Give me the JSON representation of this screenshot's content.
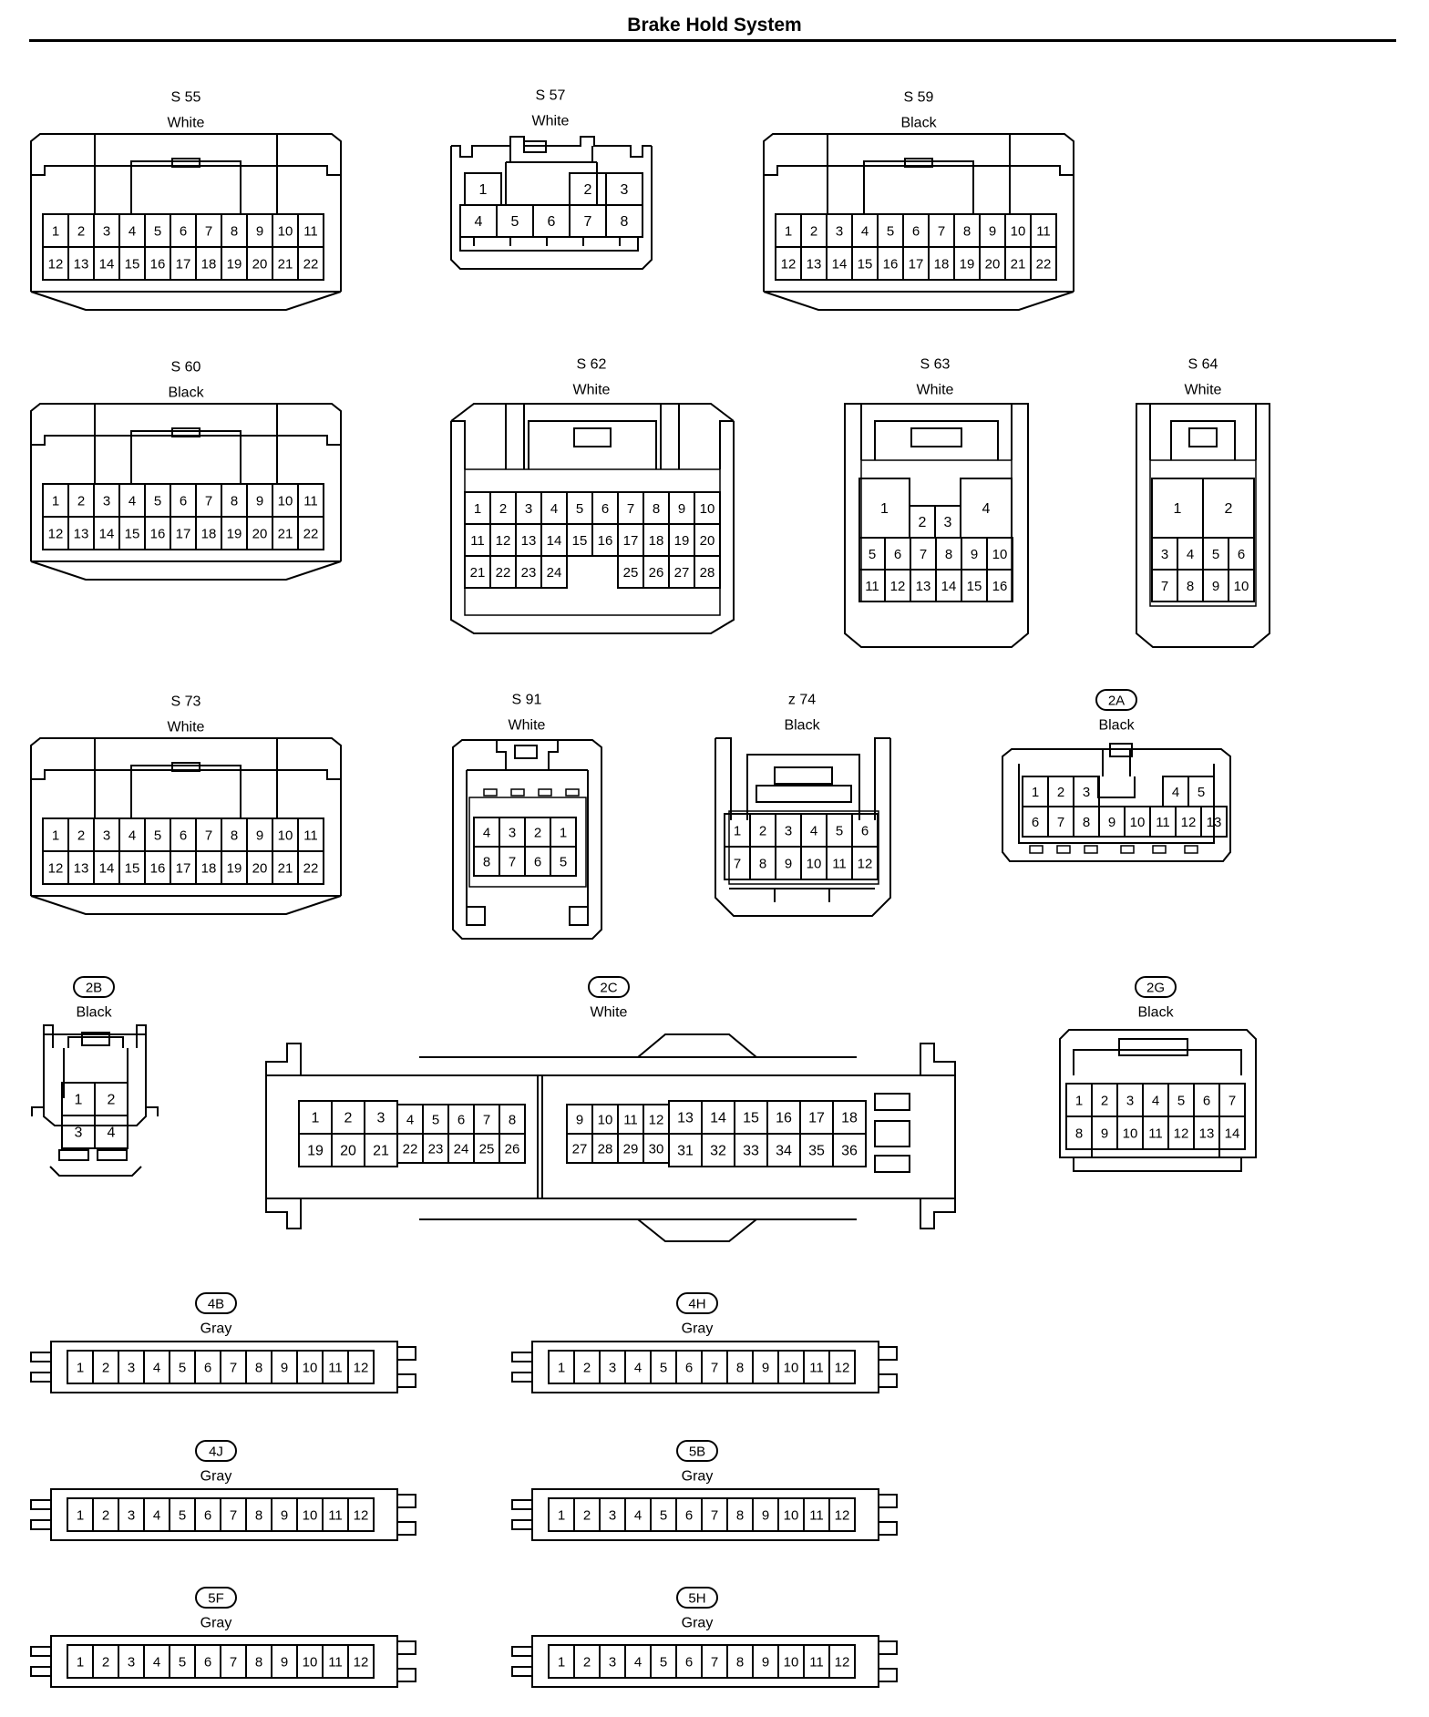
{
  "page": {
    "title": "Brake Hold System"
  },
  "connectors": [
    {
      "id": "S 55",
      "color": "White",
      "rows": [
        [
          "1",
          "2",
          "3",
          "4",
          "5",
          "6",
          "7",
          "8",
          "9",
          "10",
          "11"
        ],
        [
          "12",
          "13",
          "14",
          "15",
          "16",
          "17",
          "18",
          "19",
          "20",
          "21",
          "22"
        ]
      ]
    },
    {
      "id": "S 57",
      "color": "White",
      "rows": [
        [
          "1",
          "2",
          "3"
        ],
        [
          "4",
          "5",
          "6",
          "7",
          "8"
        ]
      ]
    },
    {
      "id": "S 59",
      "color": "Black",
      "rows": [
        [
          "1",
          "2",
          "3",
          "4",
          "5",
          "6",
          "7",
          "8",
          "9",
          "10",
          "11"
        ],
        [
          "12",
          "13",
          "14",
          "15",
          "16",
          "17",
          "18",
          "19",
          "20",
          "21",
          "22"
        ]
      ]
    },
    {
      "id": "S 60",
      "color": "Black",
      "rows": [
        [
          "1",
          "2",
          "3",
          "4",
          "5",
          "6",
          "7",
          "8",
          "9",
          "10",
          "11"
        ],
        [
          "12",
          "13",
          "14",
          "15",
          "16",
          "17",
          "18",
          "19",
          "20",
          "21",
          "22"
        ]
      ]
    },
    {
      "id": "S 62",
      "color": "White",
      "rows": [
        [
          "1",
          "2",
          "3",
          "4",
          "5",
          "6",
          "7",
          "8",
          "9",
          "10"
        ],
        [
          "11",
          "12",
          "13",
          "14",
          "15",
          "16",
          "17",
          "18",
          "19",
          "20"
        ],
        [
          "21",
          "22",
          "23",
          "24",
          "25",
          "26",
          "27",
          "28"
        ]
      ]
    },
    {
      "id": "S 63",
      "color": "White",
      "rows": [
        [
          "1",
          "2",
          "3",
          "4"
        ],
        [
          "5",
          "6",
          "7",
          "8",
          "9",
          "10"
        ],
        [
          "11",
          "12",
          "13",
          "14",
          "15",
          "16"
        ]
      ]
    },
    {
      "id": "S 64",
      "color": "White",
      "rows": [
        [
          "1",
          "2"
        ],
        [
          "3",
          "4",
          "5",
          "6"
        ],
        [
          "7",
          "8",
          "9",
          "10"
        ]
      ]
    },
    {
      "id": "S 73",
      "color": "White",
      "rows": [
        [
          "1",
          "2",
          "3",
          "4",
          "5",
          "6",
          "7",
          "8",
          "9",
          "10",
          "11"
        ],
        [
          "12",
          "13",
          "14",
          "15",
          "16",
          "17",
          "18",
          "19",
          "20",
          "21",
          "22"
        ]
      ]
    },
    {
      "id": "S 91",
      "color": "White",
      "rows": [
        [
          "4",
          "3",
          "2",
          "1"
        ],
        [
          "8",
          "7",
          "6",
          "5"
        ]
      ]
    },
    {
      "id": "z 74",
      "color": "Black",
      "rows": [
        [
          "1",
          "2",
          "3",
          "4",
          "5",
          "6"
        ],
        [
          "7",
          "8",
          "9",
          "10",
          "11",
          "12"
        ]
      ]
    },
    {
      "id": "2A",
      "color": "Black",
      "rows": [
        [
          "1",
          "2",
          "3",
          "4",
          "5"
        ],
        [
          "6",
          "7",
          "8",
          "9",
          "10",
          "11",
          "12",
          "13"
        ]
      ]
    },
    {
      "id": "2B",
      "color": "Black",
      "rows": [
        [
          "1",
          "2"
        ],
        [
          "3",
          "4"
        ]
      ]
    },
    {
      "id": "2C",
      "color": "White",
      "rows": [
        [
          "1",
          "2",
          "3",
          "4",
          "5",
          "6",
          "7",
          "8",
          "9",
          "10",
          "11",
          "12",
          "13",
          "14",
          "15",
          "16",
          "17",
          "18"
        ],
        [
          "19",
          "20",
          "21",
          "22",
          "23",
          "24",
          "25",
          "26",
          "27",
          "28",
          "29",
          "30",
          "31",
          "32",
          "33",
          "34",
          "35",
          "36"
        ]
      ]
    },
    {
      "id": "2G",
      "color": "Black",
      "rows": [
        [
          "1",
          "2",
          "3",
          "4",
          "5",
          "6",
          "7"
        ],
        [
          "8",
          "9",
          "10",
          "11",
          "12",
          "13",
          "14"
        ]
      ]
    },
    {
      "id": "4B",
      "color": "Gray",
      "rows": [
        [
          "1",
          "2",
          "3",
          "4",
          "5",
          "6",
          "7",
          "8",
          "9",
          "10",
          "11",
          "12"
        ]
      ]
    },
    {
      "id": "4H",
      "color": "Gray",
      "rows": [
        [
          "1",
          "2",
          "3",
          "4",
          "5",
          "6",
          "7",
          "8",
          "9",
          "10",
          "11",
          "12"
        ]
      ]
    },
    {
      "id": "4J",
      "color": "Gray",
      "rows": [
        [
          "1",
          "2",
          "3",
          "4",
          "5",
          "6",
          "7",
          "8",
          "9",
          "10",
          "11",
          "12"
        ]
      ]
    },
    {
      "id": "5B",
      "color": "Gray",
      "rows": [
        [
          "1",
          "2",
          "3",
          "4",
          "5",
          "6",
          "7",
          "8",
          "9",
          "10",
          "11",
          "12"
        ]
      ]
    },
    {
      "id": "5F",
      "color": "Gray",
      "rows": [
        [
          "1",
          "2",
          "3",
          "4",
          "5",
          "6",
          "7",
          "8",
          "9",
          "10",
          "11",
          "12"
        ]
      ]
    },
    {
      "id": "5H",
      "color": "Gray",
      "rows": [
        [
          "1",
          "2",
          "3",
          "4",
          "5",
          "6",
          "7",
          "8",
          "9",
          "10",
          "11",
          "12"
        ]
      ]
    }
  ]
}
